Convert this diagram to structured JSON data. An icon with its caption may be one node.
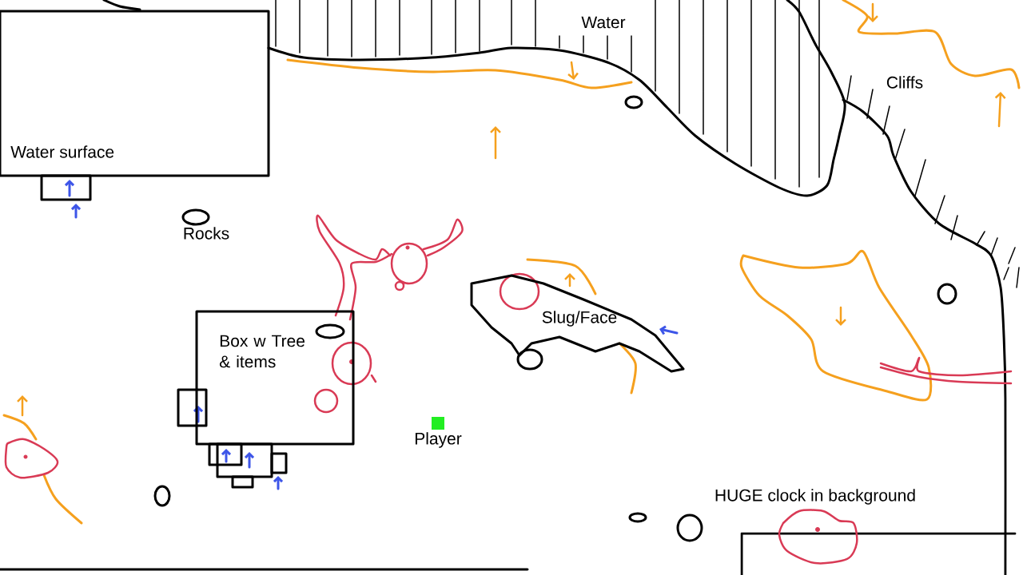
{
  "diagram": {
    "nodes": [
      {
        "text": [
          "Water surface"
        ]
      },
      {
        "text": [
          "Box w Tree & items"
        ]
      },
      {
        "text": [
          "Slug/Face"
        ]
      },
      {
        "text": [
          "Player"
        ]
      },
      {
        "text": [
          "HUGE clock in background"
        ]
      }
    ],
    "labels": [
      "Water",
      "Cliffs",
      "Rocks"
    ]
  }
}
